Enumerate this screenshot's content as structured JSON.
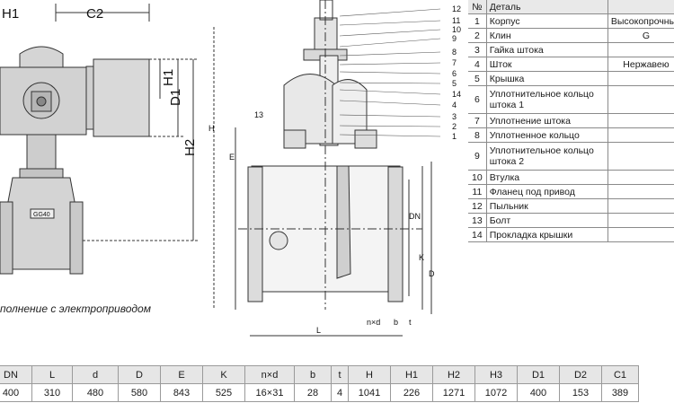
{
  "left_drawing": {
    "dim_labels": [
      "H1",
      "C2",
      "H1",
      "D1",
      "H2"
    ],
    "plate_text": "GG40",
    "caption": "полнение с электроприводом"
  },
  "center_drawing": {
    "dim_labels": [
      "H",
      "E",
      "L",
      "DN",
      "K",
      "D",
      "n×d",
      "b",
      "t"
    ],
    "leader_13": "13",
    "callouts": [
      "12",
      "11",
      "10",
      "9",
      "8",
      "7",
      "6",
      "5",
      "14",
      "4",
      "3",
      "2",
      "1"
    ]
  },
  "parts_table": {
    "headers": {
      "no": "№",
      "name": "Деталь",
      "material": ""
    },
    "rows": [
      {
        "no": "1",
        "name": "Корпус",
        "material": "Высокопрочный"
      },
      {
        "no": "2",
        "name": "Клин",
        "material": "G"
      },
      {
        "no": "3",
        "name": "Гайка штока",
        "material": ""
      },
      {
        "no": "4",
        "name": "Шток",
        "material": "Нержавею"
      },
      {
        "no": "5",
        "name": "Крышка",
        "material": ""
      },
      {
        "no": "6",
        "name": "Уплотнительное кольцо штока 1",
        "material": ""
      },
      {
        "no": "7",
        "name": "Уплотнение штока",
        "material": ""
      },
      {
        "no": "8",
        "name": "Уплотненное кольцо",
        "material": ""
      },
      {
        "no": "9",
        "name": "Уплотнительное кольцо штока 2",
        "material": ""
      },
      {
        "no": "10",
        "name": "Втулка",
        "material": ""
      },
      {
        "no": "11",
        "name": "Фланец под привод",
        "material": ""
      },
      {
        "no": "12",
        "name": "Пыльник",
        "material": ""
      },
      {
        "no": "13",
        "name": "Болт",
        "material": ""
      },
      {
        "no": "14",
        "name": "Прокладка крышки",
        "material": ""
      }
    ]
  },
  "dims_table": {
    "headers": [
      "DN",
      "L",
      "d",
      "D",
      "E",
      "K",
      "n×d",
      "b",
      "t",
      "H",
      "H1",
      "H2",
      "H3",
      "D1",
      "D2",
      "C1"
    ],
    "values": [
      "400",
      "310",
      "480",
      "580",
      "843",
      "525",
      "16×31",
      "28",
      "4",
      "1041",
      "226",
      "1271",
      "1072",
      "400",
      "153",
      "389"
    ]
  }
}
